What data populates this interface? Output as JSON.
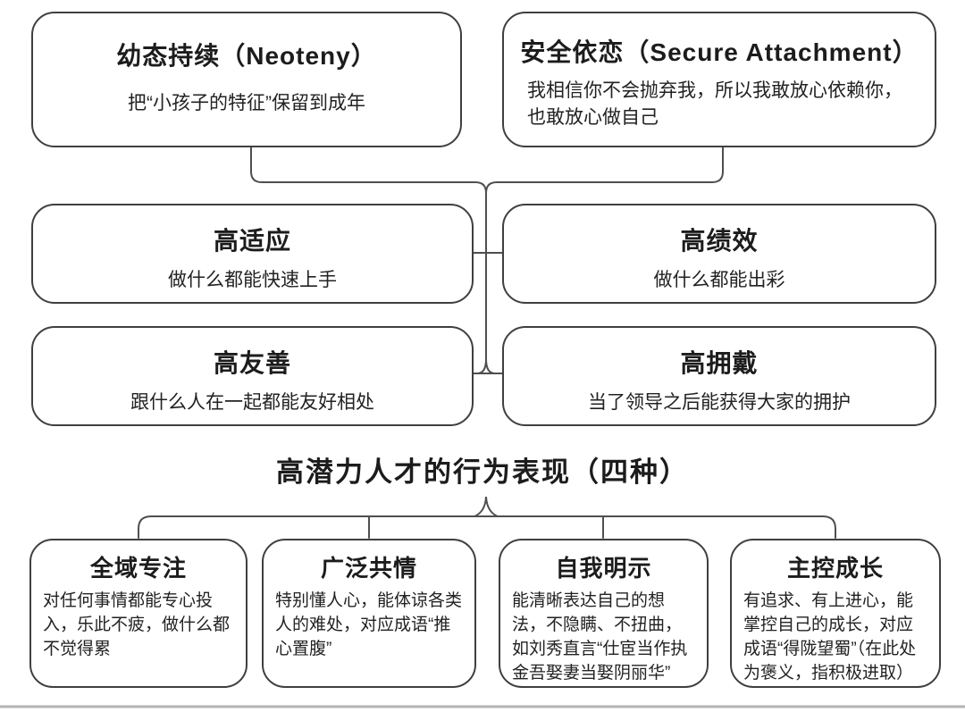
{
  "page": {
    "background": "#ffffff",
    "line_color": "#4f4f4f",
    "divider_color": "#b3b3b3"
  },
  "section_title": "高潜力人才的行为表现（四种）",
  "top_row": [
    {
      "title": "幼态持续（Neoteny）",
      "desc": "把“小孩子的特征”保留到成年"
    },
    {
      "title": "安全依恋（Secure Attachment）",
      "desc": "我相信你不会抛弃我，所以我敢放心依赖你，也敢放心做自己"
    }
  ],
  "trait_rows": [
    [
      {
        "title": "高适应",
        "desc": "做什么都能快速上手"
      },
      {
        "title": "高绩效",
        "desc": "做什么都能出彩"
      }
    ],
    [
      {
        "title": "高友善",
        "desc": "跟什么人在一起都能友好相处"
      },
      {
        "title": "高拥戴",
        "desc": "当了领导之后能获得大家的拥护"
      }
    ]
  ],
  "behaviors": [
    {
      "title": "全域专注",
      "desc": "对任何事情都能专心投入，乐此不疲，做什么都不觉得累"
    },
    {
      "title": "广泛共情",
      "desc": "特别懂人心，能体谅各类人的难处，对应成语“推心置腹”"
    },
    {
      "title": "自我明示",
      "desc": "能清晰表达自己的想法，不隐瞒、不扭曲，如刘秀直言“仕宦当作执金吾娶妻当娶阴丽华”"
    },
    {
      "title": "主控成长",
      "desc": "有追求、有上进心，能掌控自己的成长，对应成语“得陇望蜀”（在此处为褒义，指积极进取）"
    }
  ]
}
